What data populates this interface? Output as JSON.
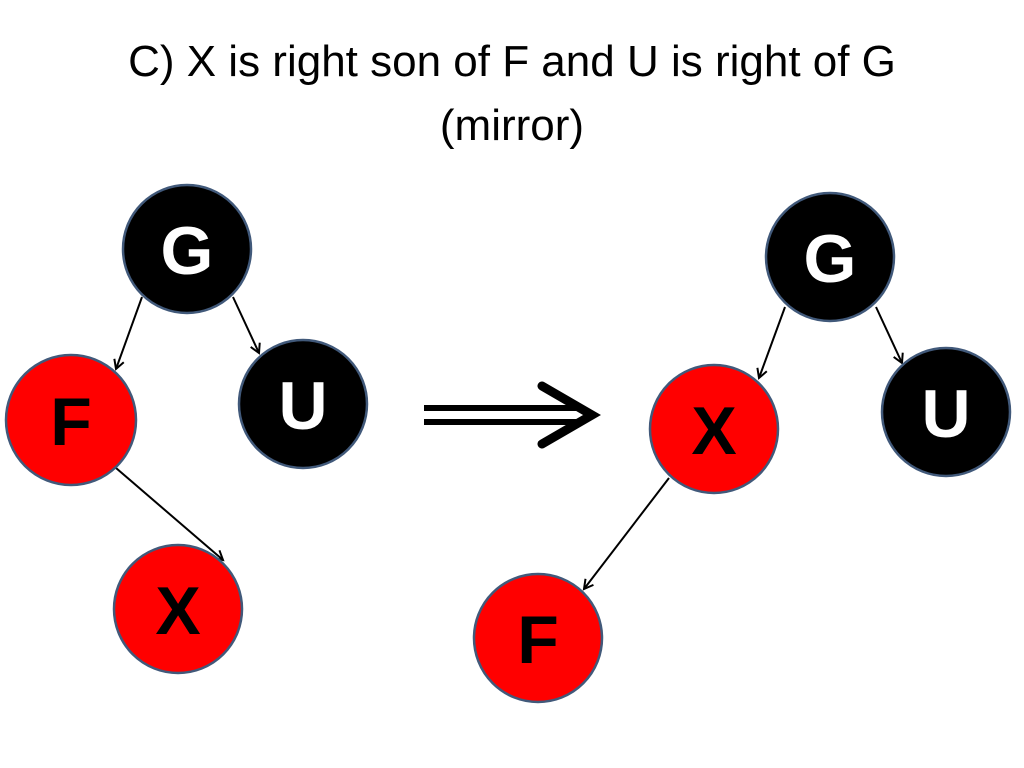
{
  "title": {
    "line1": "C) X is right son of F and U is right of G",
    "line2": "(mirror)"
  },
  "colors": {
    "black_node": "#000000",
    "red_node": "#ff0000",
    "node_border": "#41597a",
    "label_on_black": "#ffffff",
    "label_on_red": "#000000"
  },
  "before_tree": {
    "root": {
      "label": "G",
      "color": "black"
    },
    "left_child": {
      "label": "F",
      "color": "red"
    },
    "right_child": {
      "label": "U",
      "color": "black"
    },
    "grandchild": {
      "label": "X",
      "color": "red",
      "relation": "right son of F"
    }
  },
  "after_tree": {
    "root": {
      "label": "G",
      "color": "black"
    },
    "left_child": {
      "label": "X",
      "color": "red"
    },
    "right_child": {
      "label": "U",
      "color": "black"
    },
    "grandchild": {
      "label": "F",
      "color": "red",
      "relation": "left son of X"
    }
  }
}
